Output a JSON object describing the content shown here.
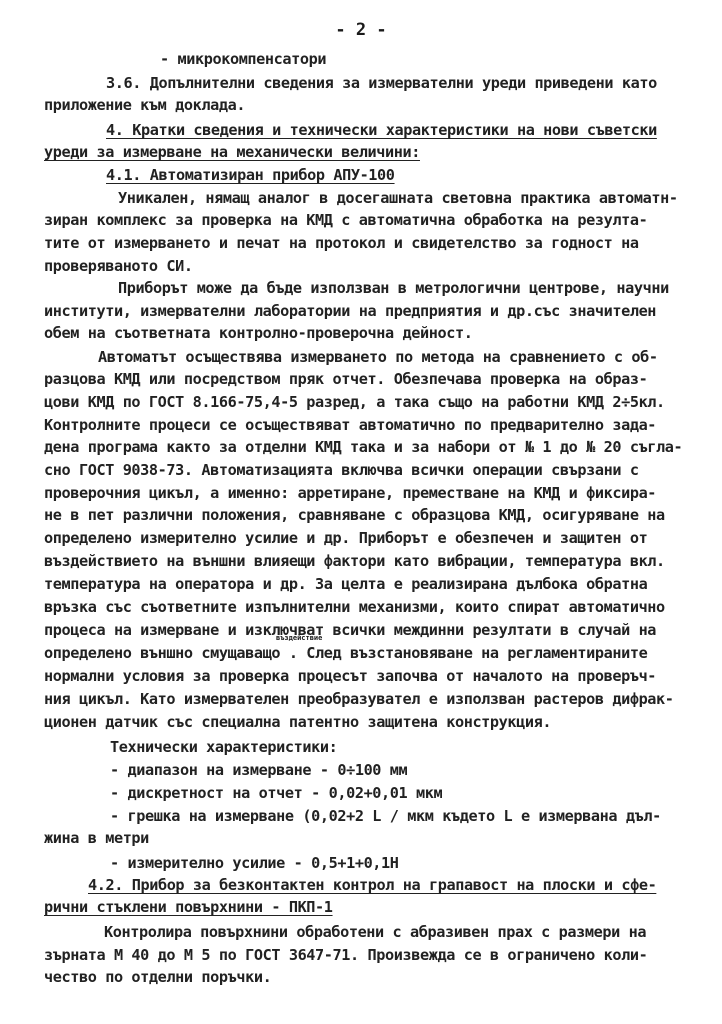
{
  "page_number": "- 2 -",
  "lines": [
    "- микрокомпенсатори",
    "3.6. Допълнителни сведения за измервателни уреди приведени като",
    "приложение към доклада.",
    "4. Кратки сведения и технически характеристики на нови съветски",
    "уреди за измерване на механически величини:",
    "4.1. Автоматизиран прибор АПУ-100",
    "Уникален, нямащ аналог в досегашната световна практика автоматн-",
    "зиран комплекс за проверка на КМД с автоматична обработка на резулта-",
    "тите от измерването и печат на протокол и свидетелство за годност на",
    "проверяваното СИ.",
    "Приборът може да бъде използван в метрологични центрове, научни",
    "институти, измервателни лаборатории на предприятия и др.със значителен",
    "обем на съответната контролно-проверочна дейност.",
    "Автоматът осъществява измерването по метода на сравнението с об-",
    "разцова КМД или посредством пряк отчет. Обезпечава проверка на образ-",
    "цови КМД по ГОСТ 8.166-75,4-5 разред, а така също на работни КМД 2÷5кл.",
    "Контролните процеси се осъществяват автоматично по предварително зада-",
    "дена програма както за отделни КМД така и за набори от № 1 до № 20 съгла-",
    "сно ГОСТ 9038-73. Автоматизацията включва всички операции свързани с",
    "проверочния цикъл, а именно: арретиране, преместване на КМД и фиксира-",
    "не в пет различни положения, сравняване с образцова КМД, осигуряване на",
    "определено измерително усилие и др. Приборът е обезпечен и защитен от",
    "въздействието на външни влияещи фактори като вибрации, температура вкл.",
    "температура на оператора и др. За целта е реализирана дълбока обратна",
    "връзка със съответните изпълнителни механизми, които спират автоматично",
    "процеса на измерване и изключват всички междинни резултати в случай на",
    "определено външно смущаващо . След възстановяване на регламентираните",
    "нормални условия за проверка процесът започва от началото на проверъч-",
    "ния цикъл. Като измервателен преобразувател е използван растеров дифрак-",
    "ционен датчик със специална патентно защитена конструкция.",
    "Технически характеристики:",
    "- диапазон на измерване - 0÷100 мм",
    "- дискретност на отчет - 0,02+0,01 мкм",
    "- грешка на измерване (0,02+2 L / мкм където L е измервана дъл-",
    "жина в метри",
    "- измерително усилие - 0,5+1+0,1Н",
    "4.2. Прибор за безконтактен контрол на грапавост на плоски и сфе-",
    "рични стъклени повърхнини - ПКП-1",
    "Контролира повърхнини обработени с абразивен прах с размери на",
    "зърната М 40 до М 5 по ГОСТ 3647-71. Произвежда се в ограничено коли-",
    "чество по отделни поръчки."
  ],
  "insertion": "въздействие"
}
